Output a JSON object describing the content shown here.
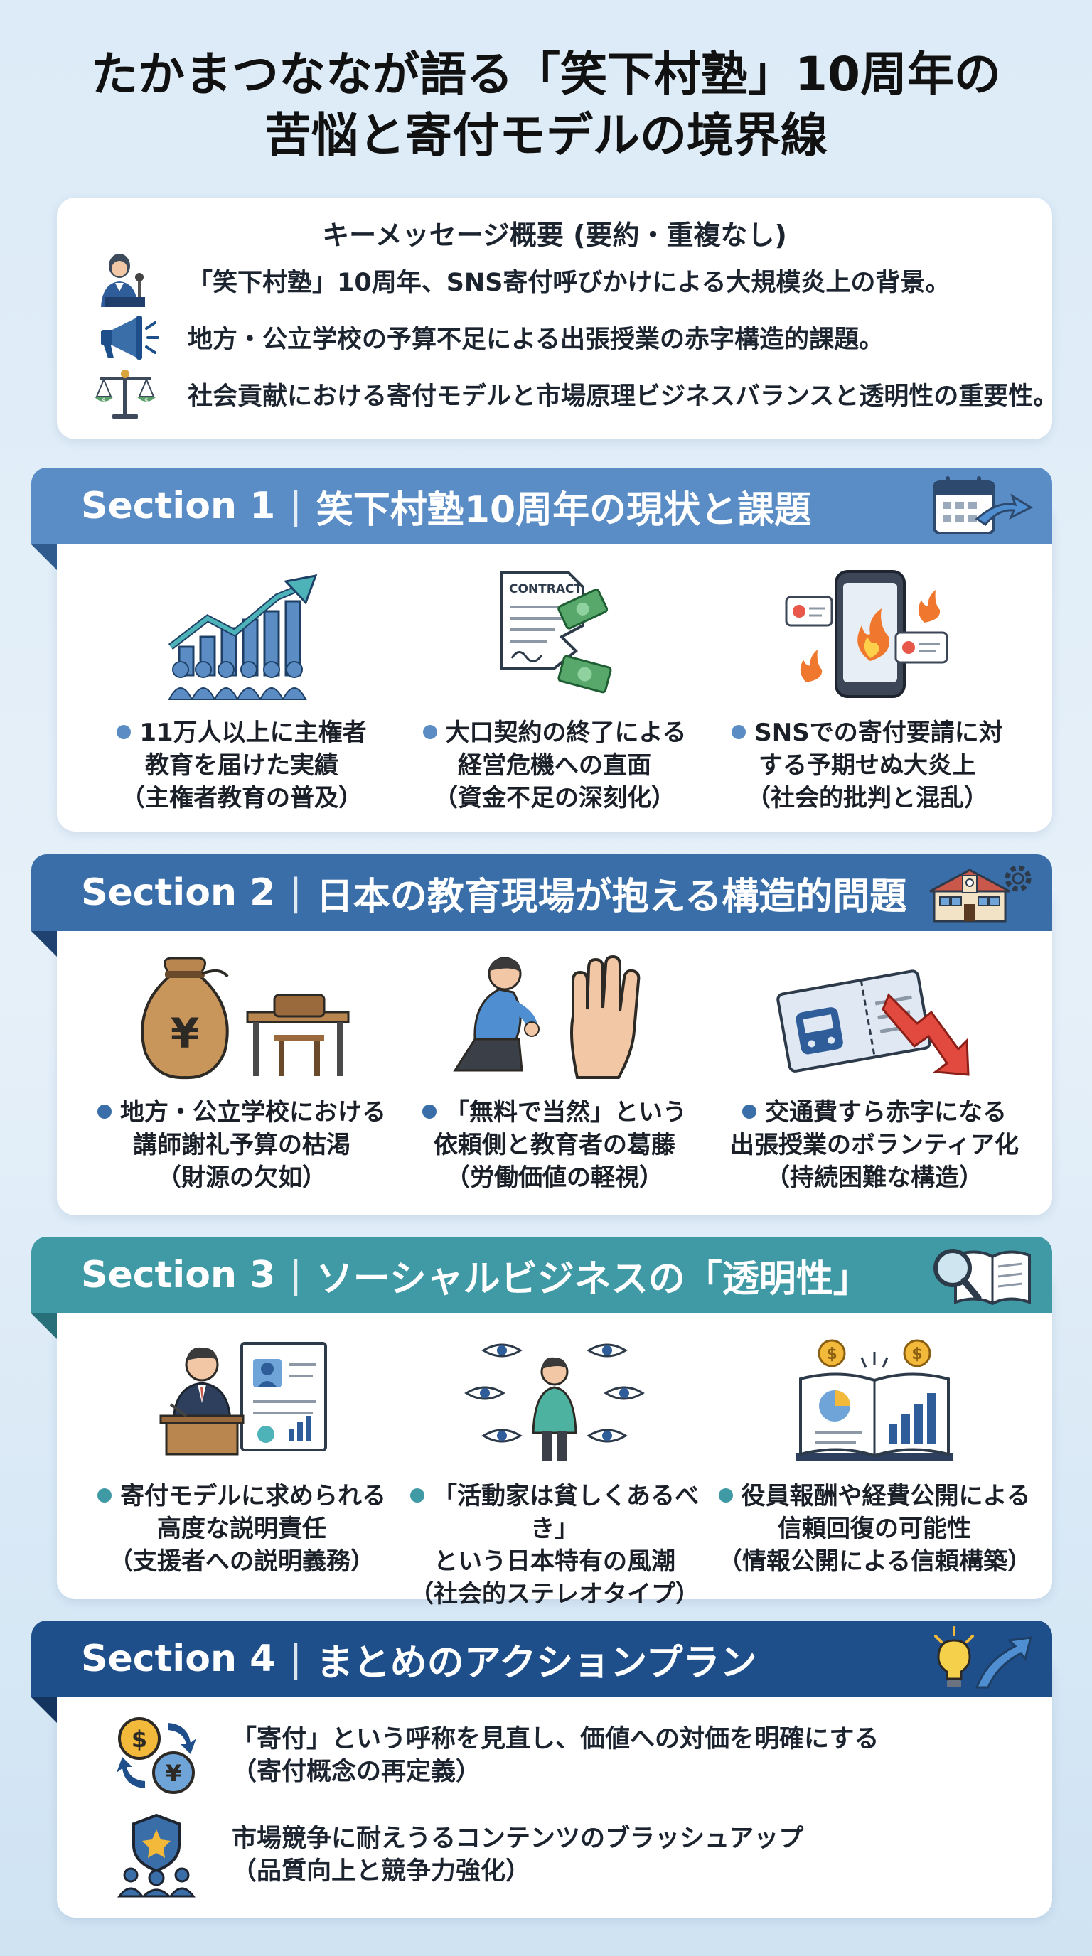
{
  "title": {
    "line1": "たかまつななが語る「笑下村塾」10周年の",
    "line2": "苦悩と寄付モデルの境界線"
  },
  "summary": {
    "heading": "キーメッセージ概要 (要約・重複なし)",
    "points": [
      {
        "icon": "speaker-woman-icon",
        "text": "「笑下村塾」10周年、SNS寄付呼びかけによる大規模炎上の背景。"
      },
      {
        "icon": "megaphone-icon",
        "text": "地方・公立学校の予算不足による出張授業の赤字構造的課題。"
      },
      {
        "icon": "balance-scale-icon",
        "text": "社会貢献における寄付モデルと市場原理ビジネスバランスと透明性の重要性。"
      }
    ]
  },
  "sections": [
    {
      "label": "Section 1",
      "title": "笑下村塾10周年の現状と課題",
      "color": "#5a8cc5",
      "dot_color": "#5b8dc4",
      "icon": "calendar-arrow-icon",
      "items": [
        {
          "icon": "growth-crowd-icon",
          "lines": [
            "11万人以上に主権者",
            "教育を届けた実績"
          ],
          "sub": "（主権者教育の普及）"
        },
        {
          "icon": "torn-contract-icon",
          "lines": [
            "大口契約の終了による",
            "経営危機への直面"
          ],
          "sub": "（資金不足の深刻化）"
        },
        {
          "icon": "phone-fire-icon",
          "lines": [
            "SNSでの寄付要請に対",
            "する予期せぬ大炎上"
          ],
          "sub": "（社会的批判と混乱）"
        }
      ]
    },
    {
      "label": "Section 2",
      "title": "日本の教育現場が抱える構造的問題",
      "color": "#3a6ea8",
      "dot_color": "#3a6ea8",
      "icon": "school-gear-icon",
      "items": [
        {
          "icon": "yen-bag-desk-icon",
          "lines": [
            "地方・公立学校における",
            "講師謝礼予算の枯渇"
          ],
          "sub": "（財源の欠如）"
        },
        {
          "icon": "kneeling-hand-icon",
          "lines": [
            "「無料で当然」という",
            "依頼側と教育者の葛藤"
          ],
          "sub": "（労働価値の軽視）"
        },
        {
          "icon": "ticket-down-icon",
          "lines": [
            "交通費すら赤字になる",
            "出張授業のボランティア化"
          ],
          "sub": "（持続困難な構造）"
        }
      ]
    },
    {
      "label": "Section 3",
      "title": "ソーシャルビジネスの「透明性」",
      "color": "#3f9aa6",
      "dot_color": "#3f9aa6",
      "icon": "magnifier-book-icon",
      "items": [
        {
          "icon": "podium-report-icon",
          "lines": [
            "寄付モデルに求められる",
            "高度な説明責任"
          ],
          "sub": "（支援者への説明義務）"
        },
        {
          "icon": "watched-person-icon",
          "lines": [
            "「活動家は貧しくあるべき」",
            "という日本特有の風潮"
          ],
          "sub": "（社会的ステレオタイプ）"
        },
        {
          "icon": "open-book-chart-icon",
          "lines": [
            "役員報酬や経費公開による",
            "信頼回復の可能性"
          ],
          "sub": "（情報公開による信頼構築）"
        }
      ]
    },
    {
      "label": "Section 4",
      "title": "まとめのアクションプラン",
      "color": "#1f4f8a",
      "icon": "lightbulb-arrow-icon",
      "actions": [
        {
          "icon": "currency-exchange-icon",
          "line": "「寄付」という呼称を見直し、価値への対価を明確にする",
          "sub": "（寄付概念の再定義）"
        },
        {
          "icon": "shield-team-icon",
          "line": "市場競争に耐えうるコンテンツのブラッシュアップ",
          "sub": "（品質向上と競争力強化）"
        }
      ]
    }
  ]
}
